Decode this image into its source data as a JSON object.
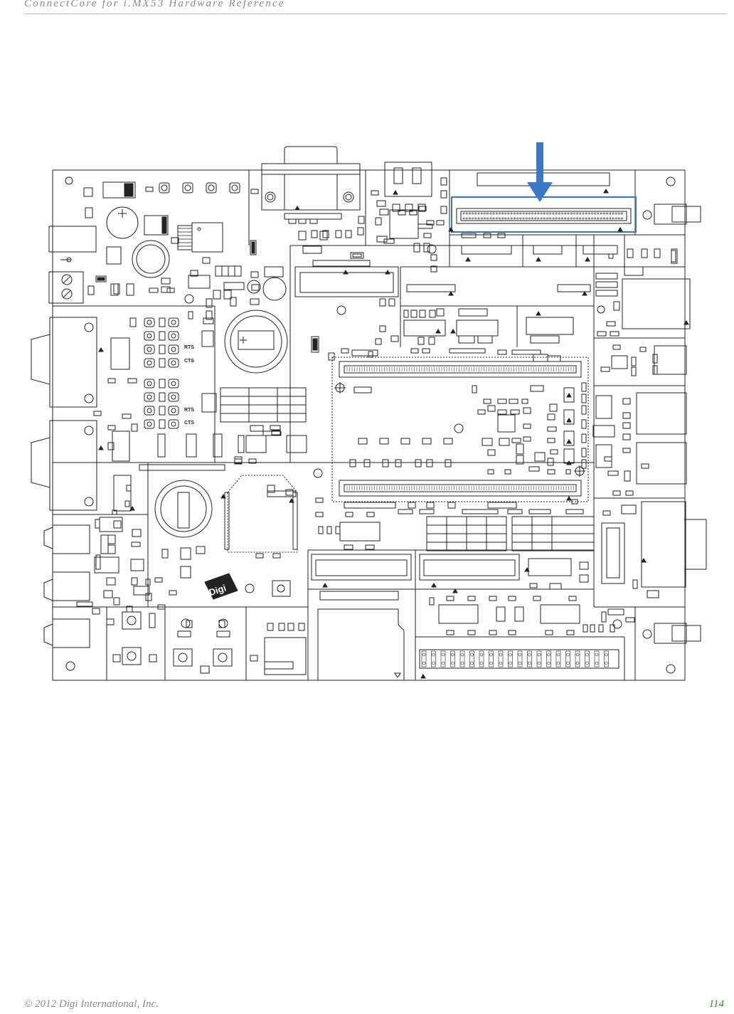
{
  "header": {
    "title": "ConnectCore for i.MX53 Hardware Reference"
  },
  "footer": {
    "copyright": "© 2012 Digi International, Inc.",
    "page_number": "114"
  },
  "figure": {
    "board_labels": {
      "rts_top": "RTS",
      "cts_top": "CTS",
      "rts_bottom": "RTS",
      "cts_bottom": "CTS",
      "logo": "Digi"
    },
    "colors": {
      "highlight": "#3b78c3",
      "arrow": "#3b78c3",
      "line": "#222222"
    },
    "annotation": {
      "arrow": "down-arrow-icon",
      "highlight": "connector-highlight-box"
    }
  }
}
